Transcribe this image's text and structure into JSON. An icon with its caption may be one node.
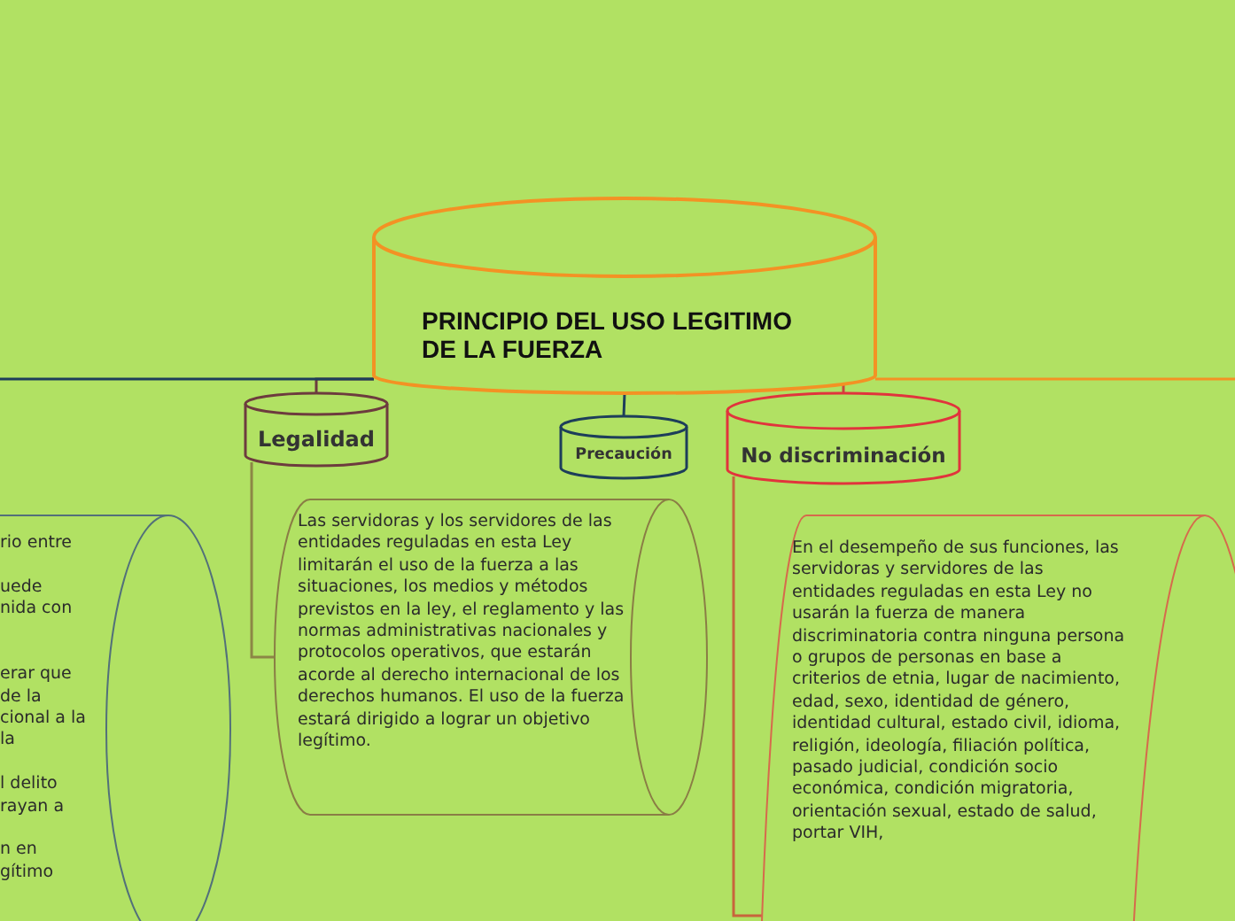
{
  "diagram": {
    "nodes": [
      {
        "text": [
          "PRINCIPIO DEL USO LEGITIMO DE LA FUERZA"
        ]
      },
      {
        "text": [
          "Legalidad"
        ]
      },
      {
        "text": [
          "Precaución"
        ]
      },
      {
        "text": [
          "No discriminación"
        ]
      },
      {
        "text": [
          "rio entre",
          "uede",
          "nida con",
          "erar que",
          "de la",
          "cional a la",
          "la",
          "l delito",
          "rayan a",
          "n en",
          "gítimo"
        ]
      },
      {
        "text": [
          "Las servidoras y los servidores de las entidades reguladas en esta Ley limitarán el uso de la fuerza a las situaciones, los medios y métodos previstos en la ley, el reglamento y las normas administrativas nacionales y protocolos operativos, que estarán acorde al derecho internacional de los derechos humanos. El uso de la fuerza estará dirigido a lograr un objetivo legítimo."
        ]
      },
      {
        "text": [
          "En el desempeño de sus funciones, las servidoras y servidores de las entidades reguladas en esta Ley no usarán la fuerza de manera discriminatoria contra ninguna persona o grupos de personas en base a criterios de etnia, lugar de nacimiento, edad, sexo, identidad de género, identidad cultural, estado civil, idioma, religión, ideología, filiación política, pasado judicial, condición socio económica, condición migratoria, orientación sexual, estado de salud, portar VIH,"
        ]
      }
    ],
    "edges": [
      {
        "from": 0,
        "to": 1,
        "arrow": "none",
        "color": "#6d3b3e"
      },
      {
        "from": 0,
        "to": 2,
        "arrow": "none",
        "color": "#1d3e5a"
      },
      {
        "from": 0,
        "to": 3,
        "arrow": "none",
        "color": "#c8463c"
      },
      {
        "from": 1,
        "to": 5,
        "arrow": "none",
        "color": "#8c8646"
      },
      {
        "from": 3,
        "to": 6,
        "arrow": "none",
        "color": "#c8643c"
      },
      {
        "from": 0,
        "to": null,
        "arrow": "none",
        "color": "#1d3e5a"
      },
      {
        "from": 0,
        "to": null,
        "arrow": "none",
        "color": "#f39224"
      }
    ]
  }
}
